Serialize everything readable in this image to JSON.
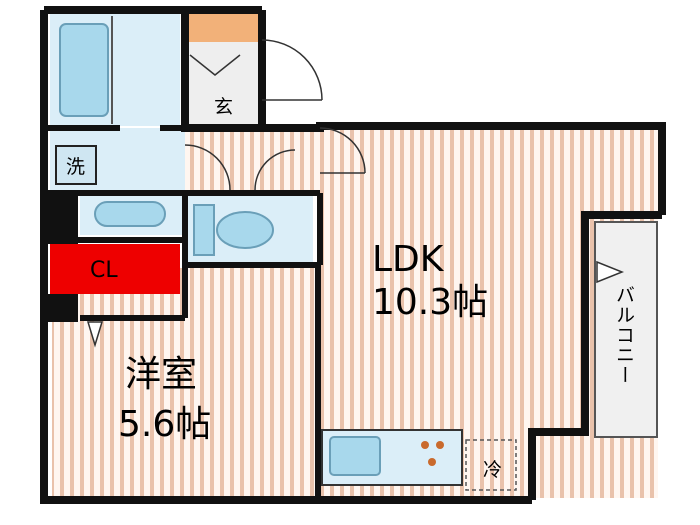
{
  "rooms": {
    "ldk": {
      "name": "LDK",
      "size": "10.3帖"
    },
    "western": {
      "name": "洋室",
      "size": "5.6帖"
    },
    "closet": {
      "label": "CL"
    },
    "entrance": {
      "label": "玄"
    },
    "washer": {
      "label": "洗"
    },
    "fridge": {
      "label": "冷"
    },
    "balcony": {
      "label": "バルコニー"
    }
  },
  "colors": {
    "wall": "#111111",
    "floor_stripe": "#e8bfa8",
    "wet_area": "#dbeef8",
    "fixture": "#a8d8ec",
    "closet": "#ee0000",
    "entrance": "#f2b179"
  }
}
